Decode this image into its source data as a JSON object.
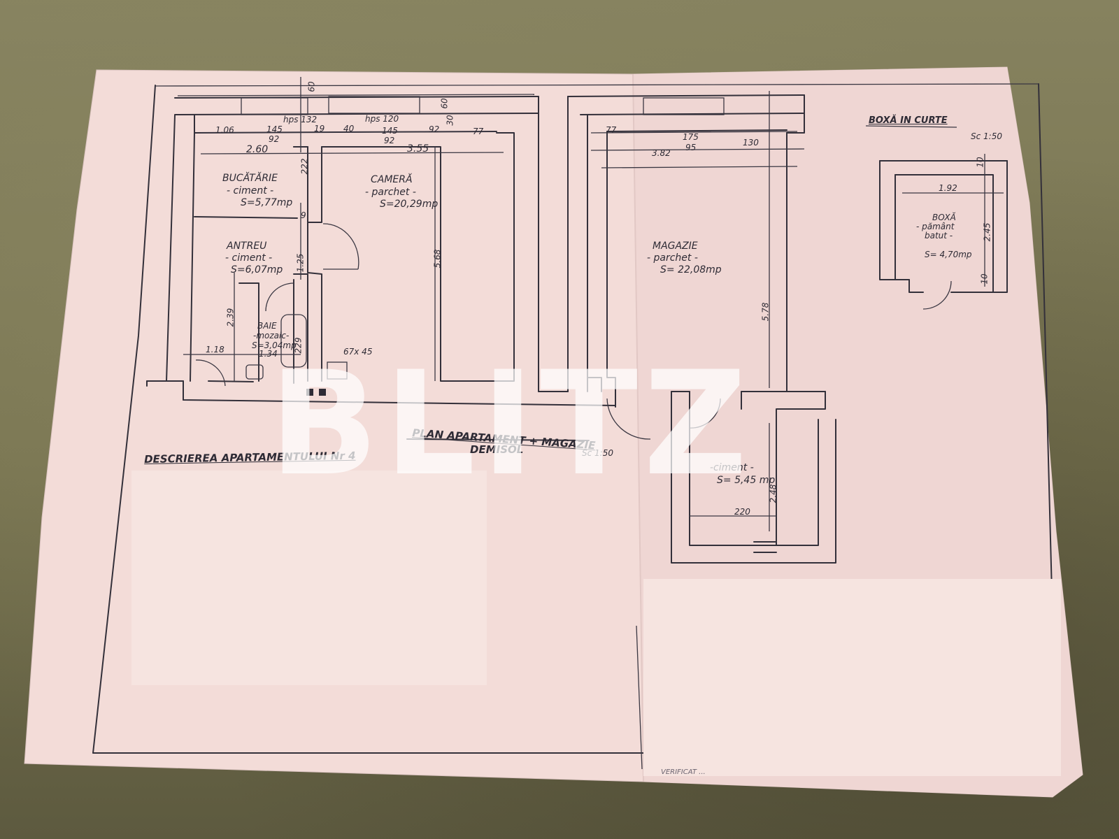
{
  "plan": {
    "title": "PLAN APARTAMENT + MAGAZIE",
    "subtitle": "DEMISOL",
    "scale": "Sc 1:50",
    "description_heading": "DESCRIEREA APARTAMENTULUI Nr 4"
  },
  "rooms": {
    "bucatarie": {
      "name": "BUCĂTĂRIE",
      "floor": "- ciment -",
      "area": "S=5,77mp"
    },
    "camera": {
      "name": "CAMERĂ",
      "floor": "- parchet -",
      "area": "S=20,29mp"
    },
    "antreu": {
      "name": "ANTREU",
      "floor": "- ciment -",
      "area": "S=6,07mp"
    },
    "baie": {
      "name": "BAIE",
      "floor": "-mozaic-",
      "area": "S=3,04mp"
    },
    "magazie": {
      "name": "MAGAZIE",
      "floor": "- parchet -",
      "area": "S= 22,08mp"
    },
    "debara": {
      "floor": "-ciment -",
      "area": "S= 5,45 mp"
    },
    "boxa": {
      "name": "BOXĂ",
      "floor_line1": "- pământ",
      "floor_line2": "batut -",
      "area": "S= 4,70mp"
    }
  },
  "boxa_section": {
    "title": "BOXĂ IN CURTE",
    "scale": "Sc 1:50"
  },
  "dimensions": {
    "d106": "1.06",
    "d145a": "145",
    "d92a": "92",
    "d19": "19",
    "d40": "40",
    "d145b": "145",
    "d92b": "92",
    "d92c": "92",
    "d77a": "77",
    "d260": "2.60",
    "d355": "3.55",
    "d222": "222",
    "hps132": "hps 132",
    "hps120": "hps 120",
    "d60a": "60",
    "d60b": "60",
    "d30": "30",
    "d9": "9",
    "d125": "1.25",
    "d568": "5.68",
    "d239": "2.39",
    "d118": "1.18",
    "d134": "1.34",
    "d229": "229",
    "d67x45": "67x 45",
    "d77b": "77",
    "d175": "175",
    "d95": "95",
    "d130": "130",
    "d382": "3.82",
    "d578": "5.78",
    "d248": "2.48",
    "d220": "220",
    "d10a": "10",
    "d192": "1.92",
    "d245": "2.45",
    "d10b": "10"
  },
  "footer": {
    "stamp": "VERIFICAT ..."
  },
  "watermark": "BLITZ"
}
